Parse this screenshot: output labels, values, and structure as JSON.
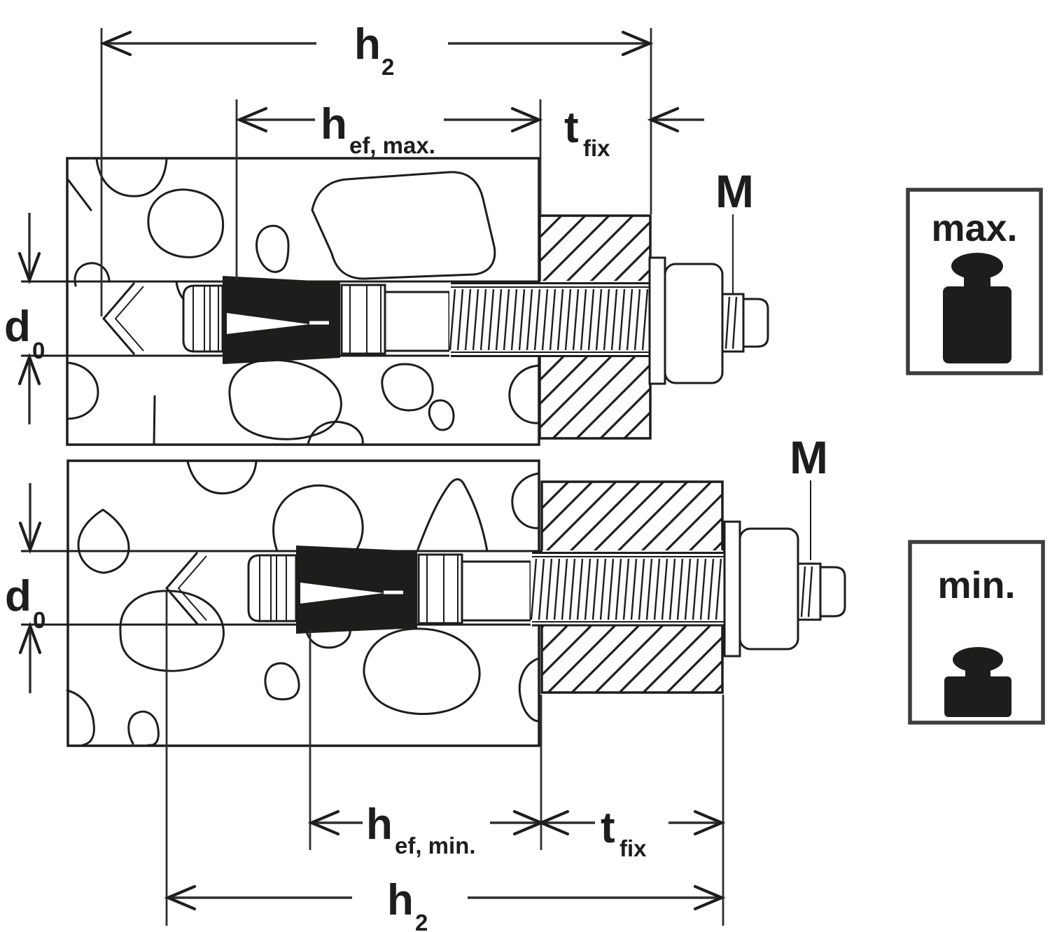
{
  "title": "Anchor bolt installation cross-section diagram",
  "labels": {
    "h2": {
      "main": "h",
      "sub": "2"
    },
    "hef_max": {
      "main": "h",
      "sub": "ef, max."
    },
    "hef_min": {
      "main": "h",
      "sub": "ef, min."
    },
    "tfix": {
      "main": "t",
      "sub": "fix"
    },
    "d0": {
      "main": "d",
      "sub": "0"
    },
    "thread": "M",
    "badge_max": "max.",
    "badge_min": "min."
  },
  "colors": {
    "line": "#1d1d1b",
    "dimension": "#2e2e2c",
    "badge_border": "#3d3d3b",
    "background": "#ffffff"
  }
}
